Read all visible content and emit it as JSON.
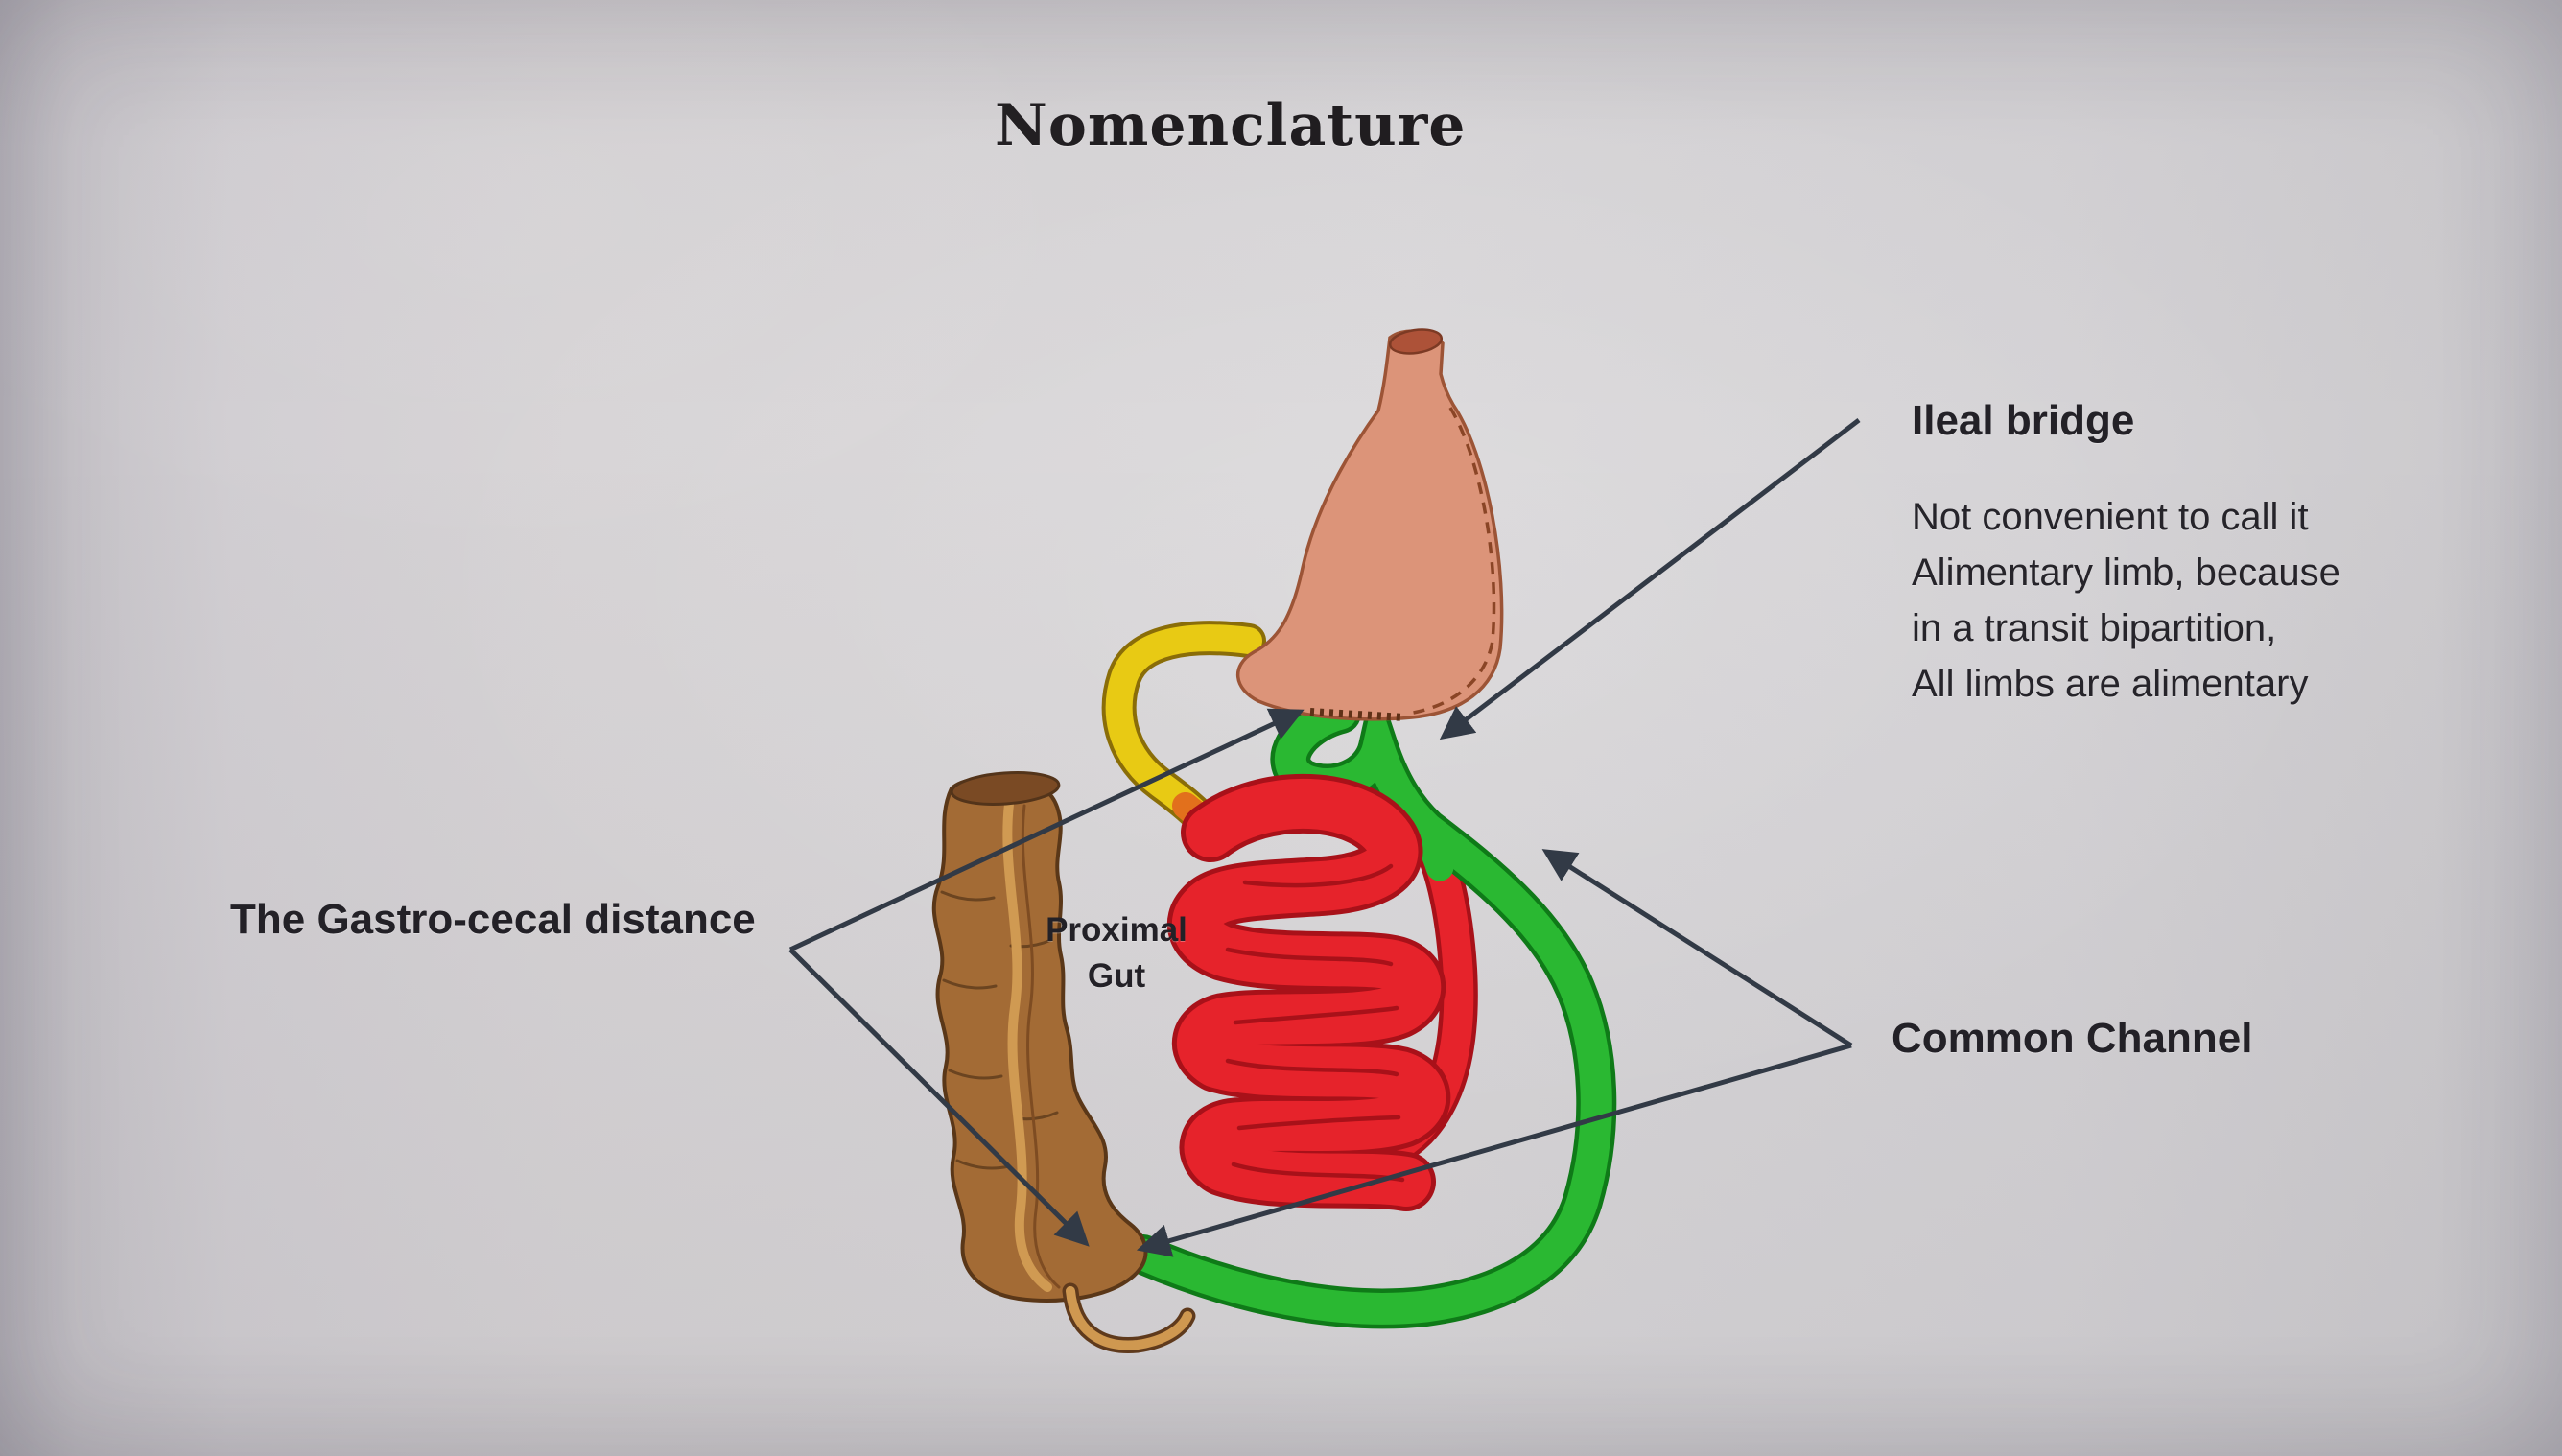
{
  "title": "Nomenclature",
  "labels": {
    "ileal_bridge": "Ileal bridge",
    "ileal_bridge_note": [
      "Not convenient to call it",
      "Alimentary limb, because",
      "in a transit bipartition,",
      "All limbs are alimentary"
    ],
    "gastro_cecal_distance": "The Gastro-cecal distance",
    "proximal_gut_line1": "Proximal",
    "proximal_gut_line2": "Gut",
    "common_channel": "Common Channel"
  },
  "anatomy": {
    "parts": [
      "esophagus",
      "sleeve-stomach",
      "duodenum",
      "proximal-gut-coil",
      "ileal-bridge-loop",
      "common-channel-limb",
      "colon",
      "cecum",
      "appendix"
    ],
    "colors": {
      "stomach_salmon": "#dc9479",
      "duodenum_yellow": "#e8ca14",
      "transition_orange": "#e2701c",
      "proximal_gut_red": "#e6232b",
      "proximal_gut_outline": "#a81119",
      "ileum_green": "#2ab832",
      "ileum_green_outline": "#0f7a18",
      "colon_brown": "#a36b35",
      "colon_outline": "#5a3718",
      "taenia_tan": "#d09a52",
      "arrow_dark": "#323a46",
      "text_dark": "#26242a",
      "background_gray": "#d5d3d5"
    }
  }
}
